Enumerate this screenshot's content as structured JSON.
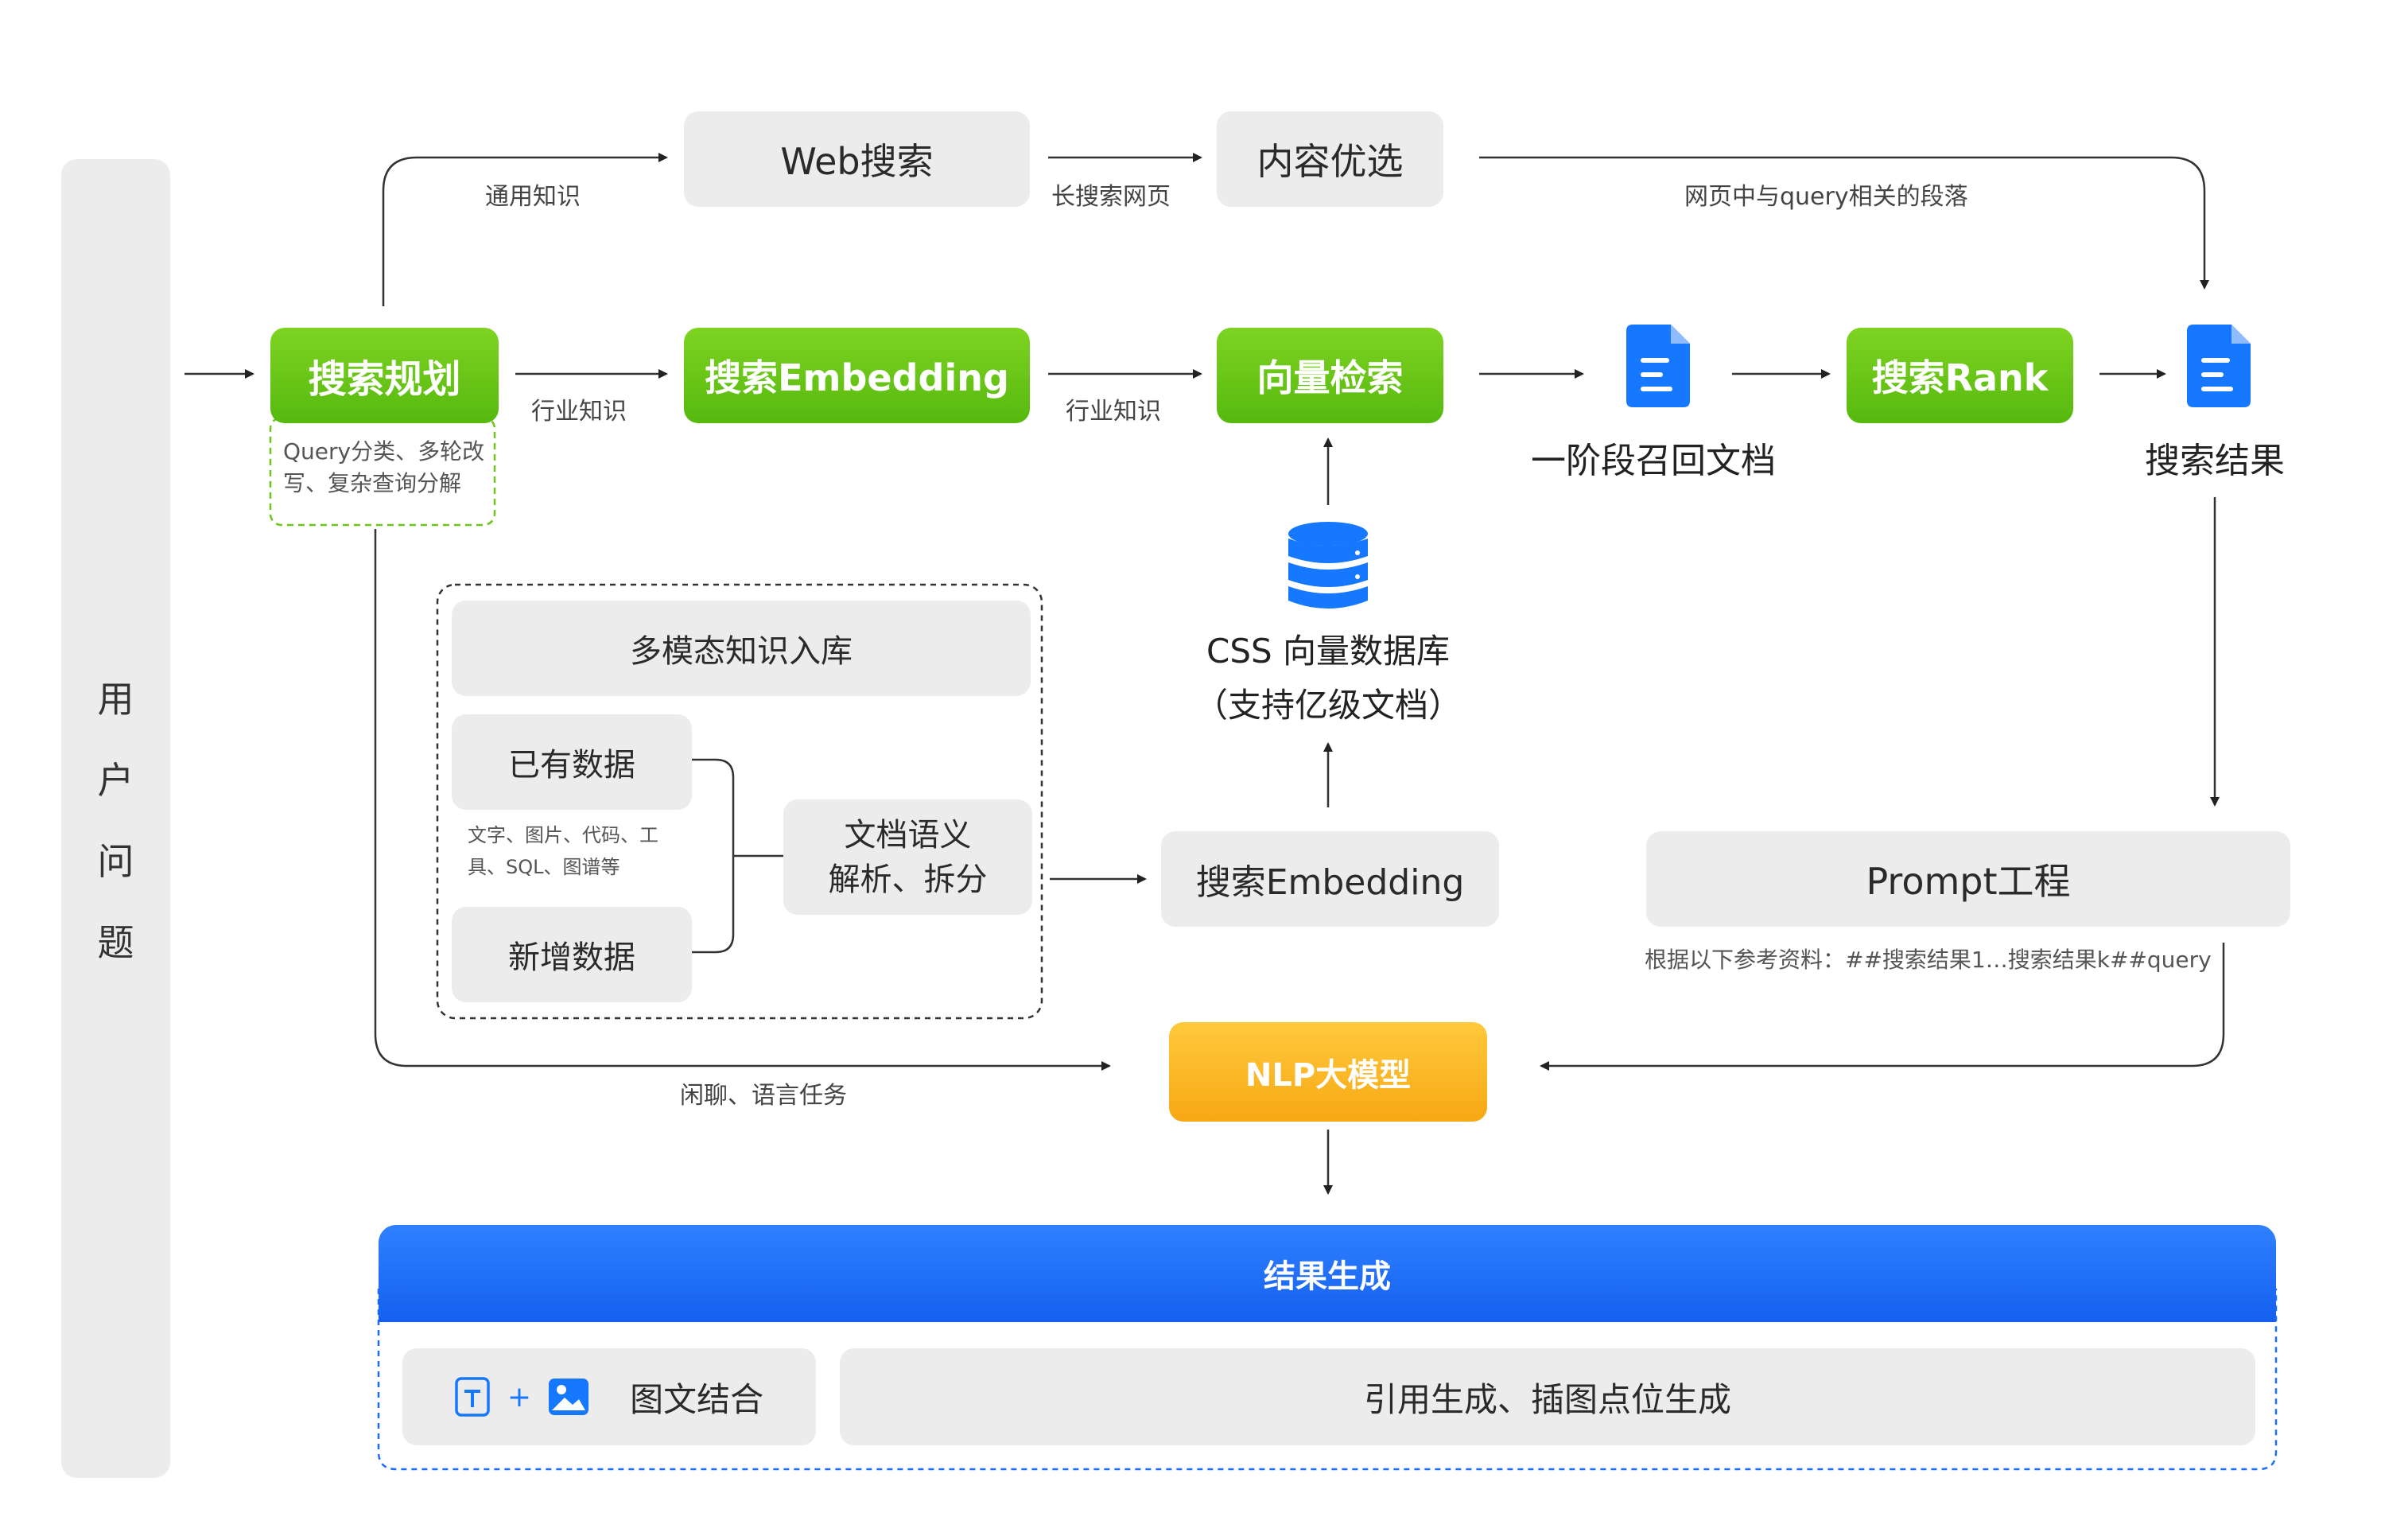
{
  "user_question": [
    "用",
    "户",
    "问",
    "题"
  ],
  "nodes": {
    "web_search": "Web搜索",
    "content_select": "内容优选",
    "search_planning": "搜索规划",
    "planning_note": [
      "Query分类、多轮改",
      "写、复杂查询分解"
    ],
    "search_embedding_top": "搜索Embedding",
    "vector_retrieval": "向量检索",
    "first_stage_docs": "一阶段召回文档",
    "search_rank": "搜索Rank",
    "search_results": "搜索结果",
    "css_db": [
      "CSS 向量数据库",
      "（支持亿级文档）"
    ],
    "multimodal_ingest": "多模态知识入库",
    "existing_data": "已有数据",
    "existing_note": [
      "文字、图片、代码、工",
      "具、SQL、图谱等"
    ],
    "new_data": "新增数据",
    "doc_parse": [
      "文档语义",
      "解析、拆分"
    ],
    "search_embedding_mid": "搜索Embedding",
    "prompt_eng": "Prompt工程",
    "prompt_note": "根据以下参考资料：##搜索结果1…搜索结果k##query",
    "nlp_model": "NLP大模型",
    "result_gen": "结果生成",
    "image_text": "图文结合",
    "citation_gen": "引用生成、插图点位生成"
  },
  "edge_labels": {
    "general_knowledge": "通用知识",
    "long_search_pages": "长搜索网页",
    "query_paragraphs": "网页中与query相关的段落",
    "industry_knowledge_1": "行业知识",
    "industry_knowledge_2": "行业知识",
    "chitchat": "闲聊、语言任务"
  },
  "colors": {
    "green": "#6cc51a",
    "orange": "#fbb524",
    "blue": "#1a6dff",
    "gray_box": "#ececec",
    "doc_icon": "#1677ff"
  }
}
